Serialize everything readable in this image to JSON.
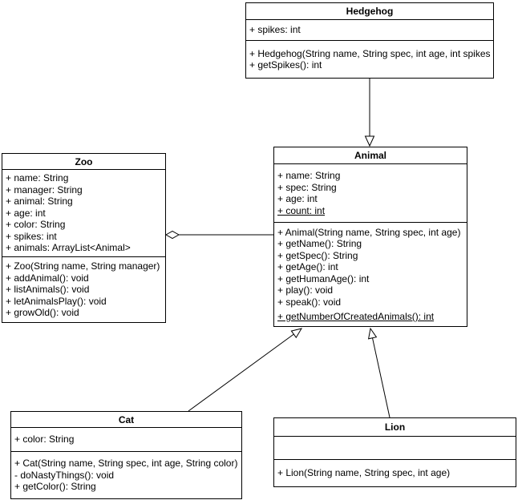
{
  "diagram": {
    "kind": "uml-class-diagram",
    "background_color": "#ffffff",
    "stroke_color": "#000000",
    "classes": {
      "hedgehog": {
        "name": "Hedgehog",
        "attributes": [
          "+ spikes: int"
        ],
        "methods": [
          "+ Hedgehog(String name, String spec, int age, int spikes",
          "+ getSpikes(): int"
        ]
      },
      "zoo": {
        "name": "Zoo",
        "attributes": [
          "+ name: String",
          "+ manager: String",
          "+ animal: String",
          "+ age: int",
          "+ color: String",
          "+ spikes: int",
          "+ animals: ArrayList<Animal>"
        ],
        "methods": [
          "+ Zoo(String name, String manager)",
          "+ addAnimal(): void",
          "+ listAnimals(): void",
          "+ letAnimalsPlay(): void",
          "+ growOld(): void"
        ]
      },
      "animal": {
        "name": "Animal",
        "attributes": [
          "+ name: String",
          "+ spec: String",
          "+ age: int",
          "+ count: int"
        ],
        "methods": [
          "+ Animal(String name, String spec, int age)",
          "+ getName(): String",
          "+ getSpec(): String",
          "+ getAge(): int",
          "+ getHumanAge(): int",
          "+ play(): void",
          "+ speak(): void",
          "+ getNumberOfCreatedAnimals(): int"
        ],
        "static_members": [
          "+ count: int",
          "+ getNumberOfCreatedAnimals(): int"
        ]
      },
      "cat": {
        "name": "Cat",
        "attributes": [
          "+ color: String"
        ],
        "methods": [
          "+ Cat(String name, String spec, int age, String color)",
          "- doNastyThings(): void",
          "+ getColor(): String"
        ]
      },
      "lion": {
        "name": "Lion",
        "attributes": [],
        "methods": [
          "+ Lion(String name, String spec, int age)"
        ]
      }
    },
    "relationships": [
      {
        "from": "Hedgehog",
        "to": "Animal",
        "type": "inheritance"
      },
      {
        "from": "Cat",
        "to": "Animal",
        "type": "inheritance"
      },
      {
        "from": "Lion",
        "to": "Animal",
        "type": "inheritance"
      },
      {
        "from": "Zoo",
        "to": "Animal",
        "type": "aggregation"
      }
    ]
  }
}
